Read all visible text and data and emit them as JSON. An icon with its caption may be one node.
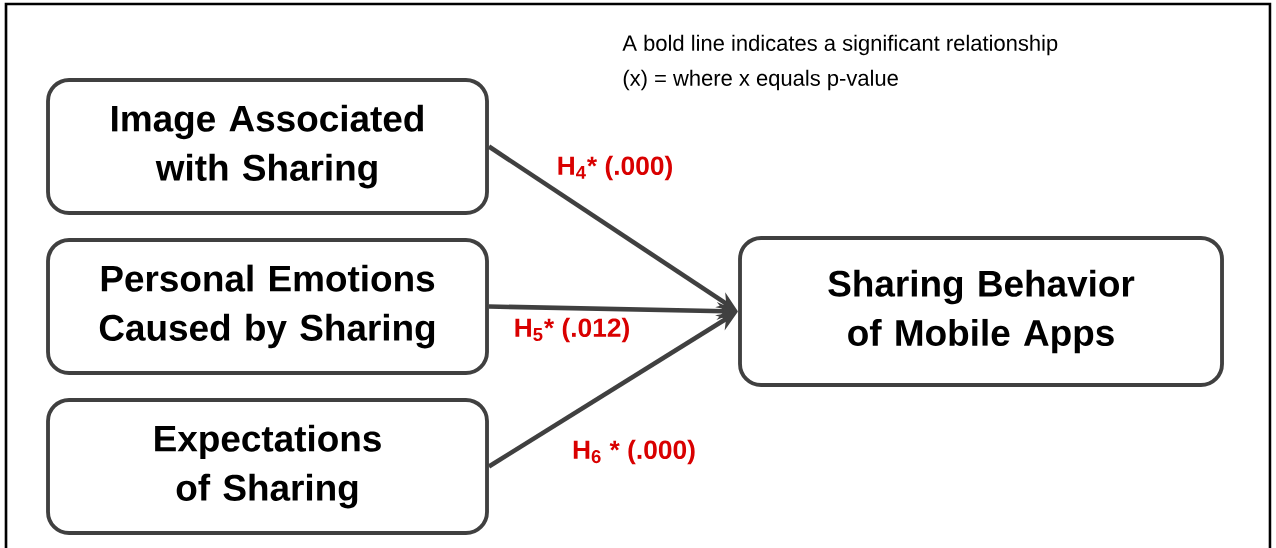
{
  "diagram": {
    "nodes": [
      {
        "text": [
          "Image Associated with Sharing"
        ]
      },
      {
        "text": [
          "Personal Emotions Caused by Sharing"
        ]
      },
      {
        "text": [
          "Expectations of Sharing"
        ]
      },
      {
        "text": [
          "Sharing Behavior of Mobile Apps"
        ]
      }
    ],
    "edges": [
      {
        "from": 0,
        "to": 3,
        "arrow": "to",
        "label": "H$_{4}$* (.000)"
      },
      {
        "from": 1,
        "to": 3,
        "arrow": "to",
        "label": "H$_{5}$* (.012)"
      },
      {
        "from": 2,
        "to": 3,
        "arrow": "to",
        "label": "H$_{6}$ * (.000)"
      }
    ],
    "labels": [
      "A bold line indicates a significant relationship",
      "(x) = where x equals p-value"
    ]
  }
}
